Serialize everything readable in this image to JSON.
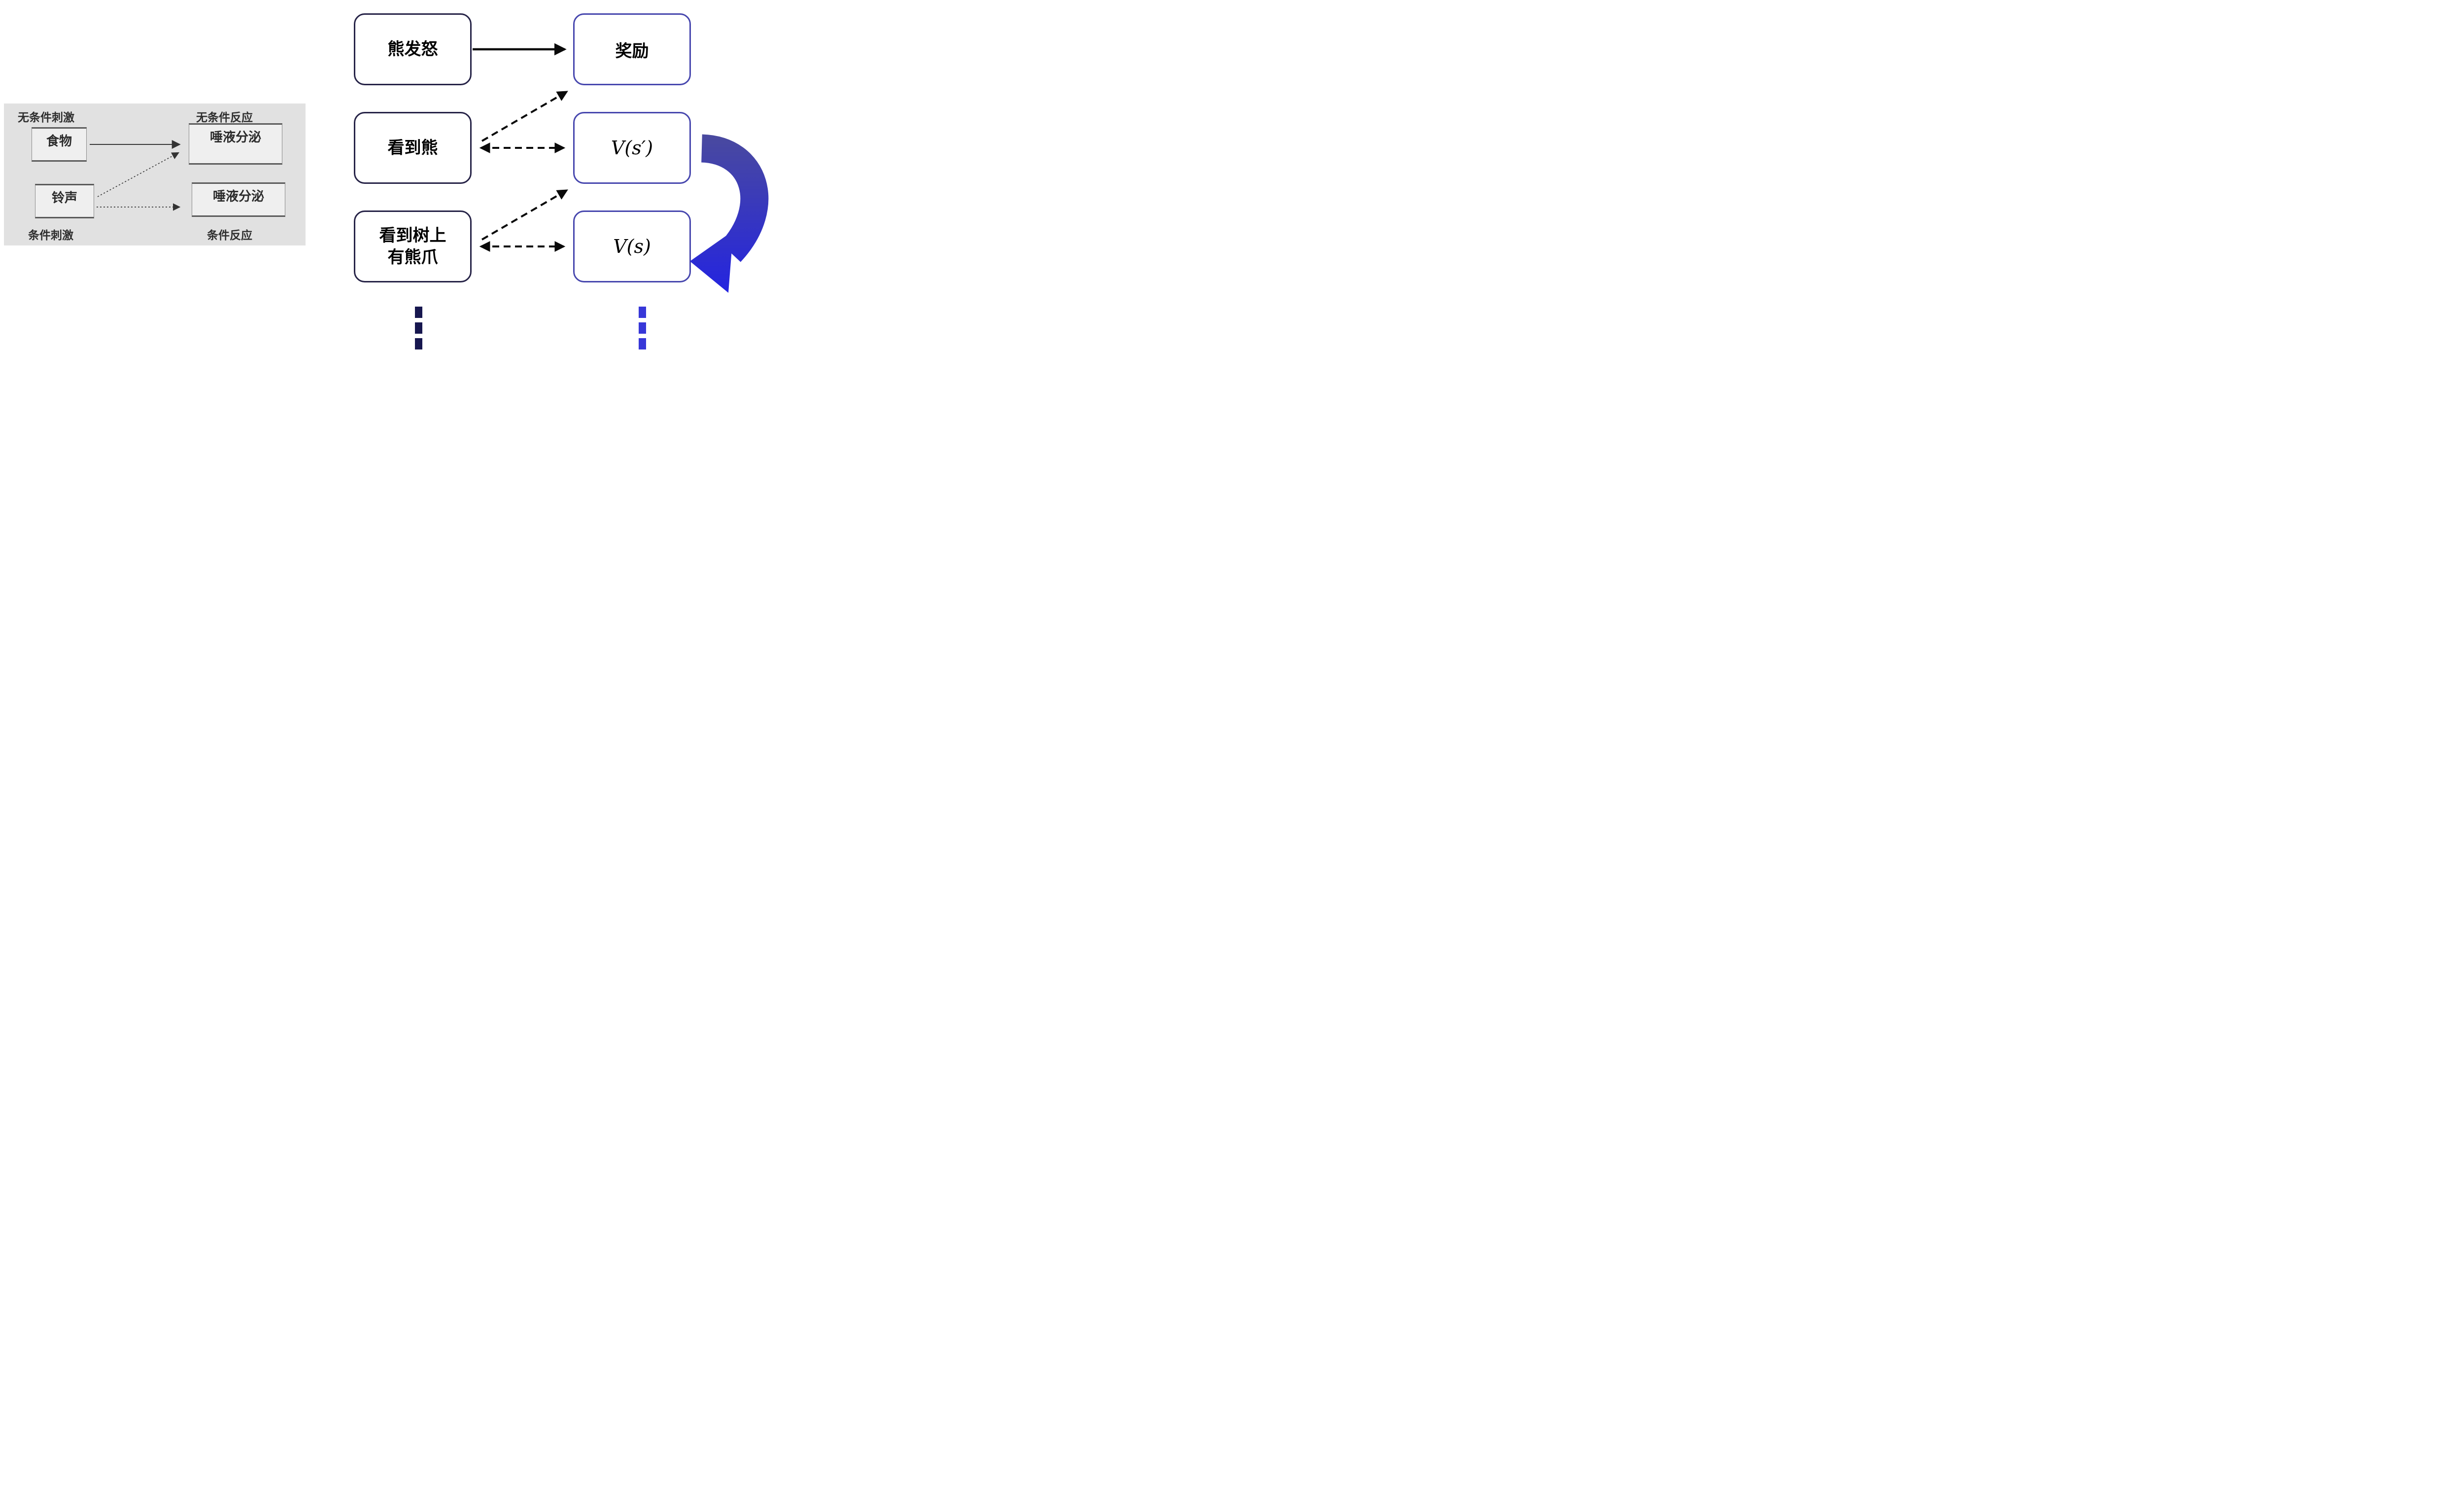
{
  "left_panel": {
    "labels": {
      "unconditioned_stimulus": "无条件刺激",
      "unconditioned_response": "无条件反应",
      "conditioned_stimulus": "条件刺激",
      "conditioned_response": "条件反应"
    },
    "boxes": {
      "food": "食物",
      "salivation_top": "唾液分泌",
      "bell": "铃声",
      "salivation_bottom": "唾液分泌"
    }
  },
  "td_diagram": {
    "stimuli": [
      {
        "label": "熊发怒"
      },
      {
        "label": "看到熊"
      },
      {
        "label": "看到树上\n有熊爪"
      }
    ],
    "values": [
      {
        "label": "奖励"
      },
      {
        "label": "V(s′)"
      },
      {
        "label": "V(s)"
      }
    ]
  },
  "colors": {
    "panel_bg": "#e1e1e1",
    "stim_border": "#262347",
    "value_border": "#4747ae",
    "arrow_black": "#0a0a0a",
    "panel_arrow": "#3a3a3a",
    "ribbon_top": "#4a4a9e",
    "ribbon_bottom": "#2424e0",
    "dots_left": "#17174f",
    "dots_right": "#3737d8"
  }
}
